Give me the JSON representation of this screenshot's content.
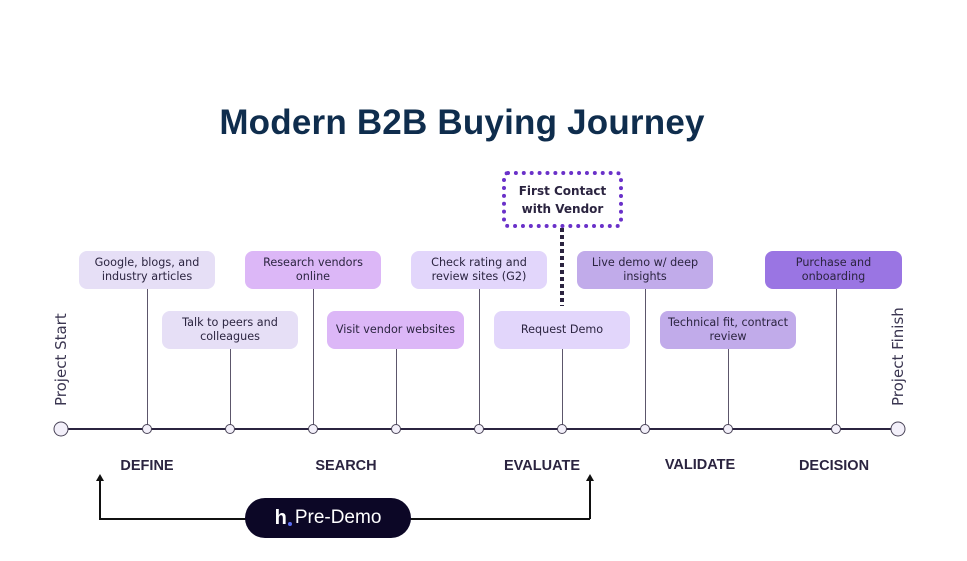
{
  "title": "Modern B2B Buying Journey",
  "first_contact": {
    "label": "First Contact with Vendor",
    "line1": "First Contact",
    "line2": "with Vendor",
    "border_color": "#6a31c9"
  },
  "endpoints": {
    "start": "Project Start",
    "finish": "Project Finish"
  },
  "activities": [
    {
      "label": "Google, blogs, and industry articles",
      "row": "top",
      "color": "#e6dff6"
    },
    {
      "label": "Talk to peers and colleagues",
      "row": "bottom",
      "color": "#e6dff6"
    },
    {
      "label": "Research vendors online",
      "row": "top",
      "color": "#dcb7f7"
    },
    {
      "label": "Visit vendor websites",
      "row": "bottom",
      "color": "#dcb7f7"
    },
    {
      "label": "Check rating and review sites (G2)",
      "row": "top",
      "color": "#e2d6fb"
    },
    {
      "label": "Request Demo",
      "row": "bottom",
      "color": "#e2d6fb"
    },
    {
      "label": "Live demo w/ deep insights",
      "row": "top",
      "color": "#c1abea"
    },
    {
      "label": "Technical fit, contract review",
      "row": "bottom",
      "color": "#c1abea"
    },
    {
      "label": "Purchase and onboarding",
      "row": "top",
      "color": "#9a75e3"
    }
  ],
  "stages": [
    "DEFINE",
    "SEARCH",
    "EVALUATE",
    "VALIDATE",
    "DECISION"
  ],
  "phase_badge": {
    "brand_letter": "h",
    "label": "Pre-Demo",
    "spans_stages": [
      "DEFINE",
      "SEARCH",
      "EVALUATE"
    ]
  }
}
